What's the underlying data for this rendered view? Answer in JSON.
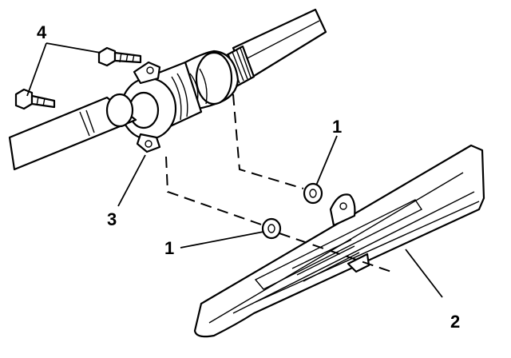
{
  "callouts": {
    "washer_upper": "1",
    "washer_lower": "1",
    "crossmember": "2",
    "bearing": "3",
    "bolts": "4"
  }
}
